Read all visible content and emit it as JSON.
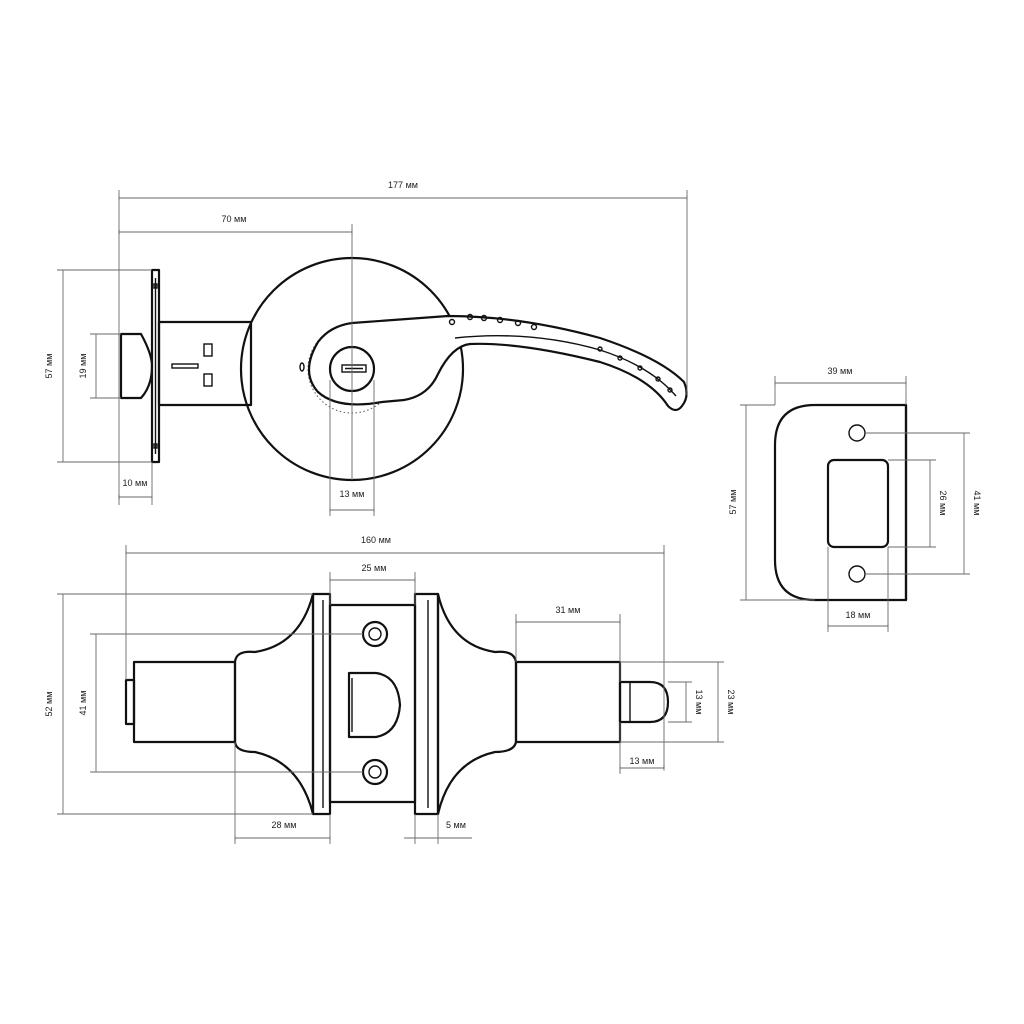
{
  "unit": "мм",
  "top_view": {
    "overall_length": "177 мм",
    "to_axis": "70 мм",
    "height": "57 мм",
    "latch_height": "19 мм",
    "latch_offset": "10 мм",
    "key_width": "13 мм"
  },
  "strike_plate": {
    "width": "39 мм",
    "height": "57 мм",
    "hole_spacing": "41 мм",
    "window_height": "26 мм",
    "window_width": "18 мм"
  },
  "side_view": {
    "overall_length": "160 мм",
    "plate_width": "25 мм",
    "spindle_length": "31 мм",
    "rose_diameter": "52 мм",
    "hole_spacing": "41 мм",
    "knob_height": "13 мм",
    "knob_outer": "23 мм",
    "knob_length": "13 мм",
    "base_length": "28 мм",
    "rose_thickness": "5 мм"
  }
}
